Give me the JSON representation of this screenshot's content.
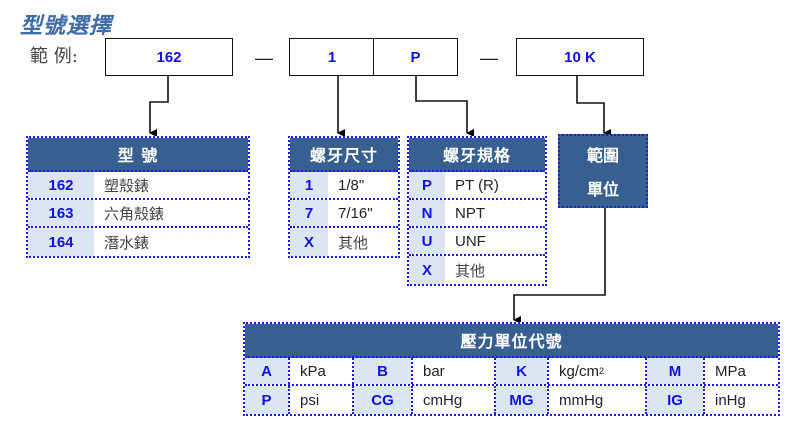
{
  "title": "型號選擇",
  "example": {
    "label": "範 例:",
    "model": "162",
    "dash1": "—",
    "thread_size": "1",
    "thread_spec": "P",
    "dash2": "—",
    "range_unit": "10 K"
  },
  "model_table": {
    "header": "型 號",
    "rows": [
      {
        "code": "162",
        "desc": "塑殼錶"
      },
      {
        "code": "163",
        "desc": "六角殼錶"
      },
      {
        "code": "164",
        "desc": "潛水錶"
      }
    ]
  },
  "thread_size_table": {
    "header": "螺牙尺寸",
    "rows": [
      {
        "code": "1",
        "desc": "1/8\""
      },
      {
        "code": "7",
        "desc": "7/16\""
      },
      {
        "code": "X",
        "desc": "其他"
      }
    ]
  },
  "thread_spec_table": {
    "header": "螺牙規格",
    "rows": [
      {
        "code": "P",
        "desc": "PT (R)"
      },
      {
        "code": "N",
        "desc": "NPT"
      },
      {
        "code": "U",
        "desc": "UNF"
      },
      {
        "code": "X",
        "desc": "其他"
      }
    ]
  },
  "range_unit_box": {
    "line1": "範圍",
    "line2": "單位"
  },
  "pressure_table": {
    "header": "壓力單位代號",
    "rows": [
      [
        {
          "code": "A",
          "desc": "kPa"
        },
        {
          "code": "B",
          "desc": "bar"
        },
        {
          "code": "K",
          "desc": "kg/cm",
          "sup": "2"
        },
        {
          "code": "M",
          "desc": "MPa"
        }
      ],
      [
        {
          "code": "P",
          "desc": "psi"
        },
        {
          "code": "CG",
          "desc": "cmHg"
        },
        {
          "code": "MG",
          "desc": "mmHg"
        },
        {
          "code": "IG",
          "desc": "inHg"
        }
      ]
    ]
  },
  "colors": {
    "header_bg": "#375f8f",
    "code_text": "#1010e8",
    "code_bg": "#dce6f3",
    "border_dotted": "#1a1ae6",
    "title": "#3f6ca7"
  }
}
